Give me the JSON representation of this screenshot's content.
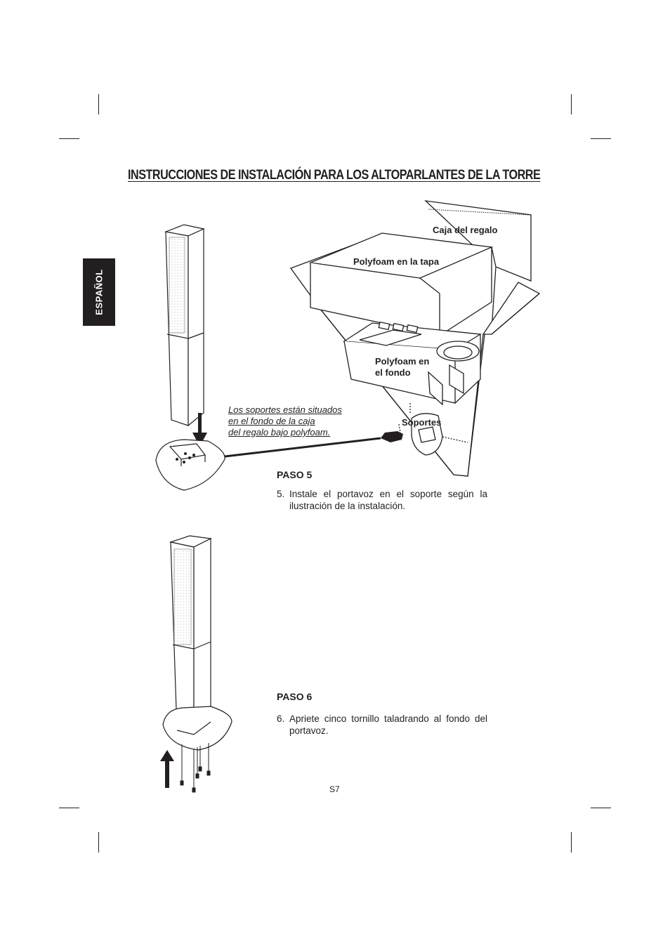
{
  "header": {
    "title": "INSTRUCCIONES DE INSTALACIÓN PARA LOS ALTOPARLANTES DE LA TORRE",
    "language_tab": "ESPAÑOL"
  },
  "figure_step5": {
    "labels": {
      "gift_box": "Caja del regalo",
      "polyfoam_top": "Polyfoam en la tapa",
      "polyfoam_bottom_line1": "Polyfoam en",
      "polyfoam_bottom_line2": "el fondo",
      "stands": "Soportes"
    },
    "note_lines": [
      "Los soportes están situados",
      "en el fondo de la caja",
      "del regalo bajo polyfoam."
    ]
  },
  "step5": {
    "heading": "PASO 5",
    "number": "5.",
    "text": "Instale el portavoz en el soporte según la ilustración de la instalación."
  },
  "step6": {
    "heading": "PASO 6",
    "number": "6.",
    "text": "Apriete cinco tornillo taladrando al fondo del portavoz."
  },
  "footer": {
    "page_number": "S7"
  }
}
